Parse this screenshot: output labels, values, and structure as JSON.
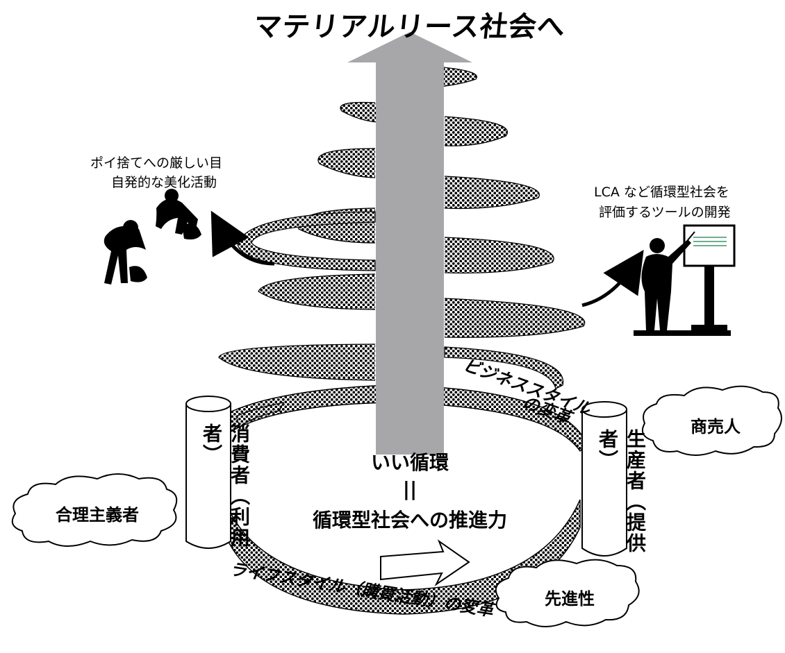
{
  "title": "マテリアルリース社会へ",
  "notes": {
    "left_line1": "ポイ捨てへの厳しい目",
    "left_line2": "自発的な美化活動",
    "right_line1": "LCA など循環型社会を",
    "right_line2": "評価するツールの開発"
  },
  "pillars": {
    "consumer": "消費者（利用者）",
    "producer": "生産者（提供者）"
  },
  "center": {
    "line1": "いい循環",
    "equals": "||",
    "line2": "循環型社会への推進力"
  },
  "clouds": {
    "left": "合理主義者",
    "right_top": "商売人",
    "bottom": "先進性"
  },
  "ring_labels": {
    "business_line1": "ビジネススタイル",
    "business_line2": "の変革",
    "lifestyle": "ライフスタイル（購買活動）の変革"
  },
  "colors": {
    "arrow": "#a7a7aa",
    "ink": "#000000",
    "board_lines": "#6fae8f"
  }
}
